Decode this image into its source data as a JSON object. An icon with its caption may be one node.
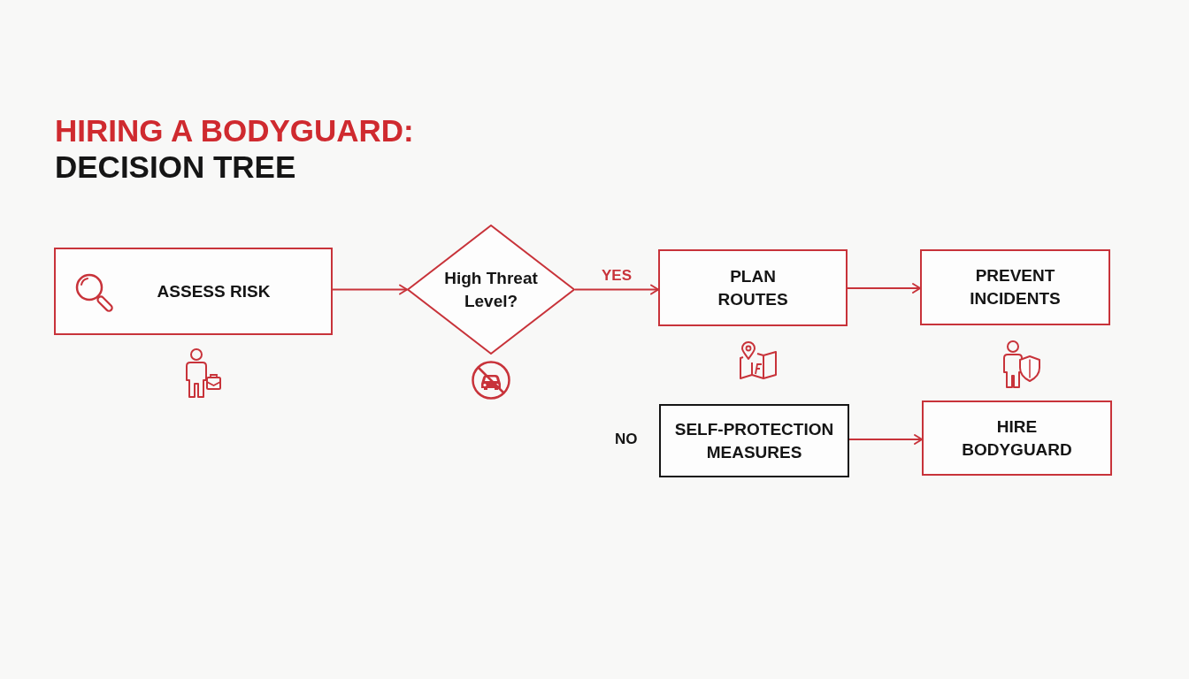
{
  "diagram": {
    "title": "HIRING A BODYGUARD: DECISION TREE",
    "nodes": [
      {
        "text": [
          "ASSESS RISK"
        ]
      },
      {
        "text": [
          "High Threat Level?"
        ]
      },
      {
        "text": [
          "PLAN ROUTES"
        ]
      },
      {
        "text": [
          "PREVENT INCIDENTS"
        ]
      },
      {
        "text": [
          "SELF-PROTECTION MEASURES"
        ]
      },
      {
        "text": [
          "HIRE BODYGUARD"
        ]
      }
    ],
    "edges": [
      {
        "from": 0,
        "to": 1,
        "arrow": "to"
      },
      {
        "from": 1,
        "to": 2,
        "arrow": "to",
        "label": "YES"
      },
      {
        "from": 2,
        "to": 3,
        "arrow": "to"
      },
      {
        "from": 4,
        "to": 5,
        "arrow": "to"
      }
    ],
    "labels": [
      "NO"
    ]
  }
}
